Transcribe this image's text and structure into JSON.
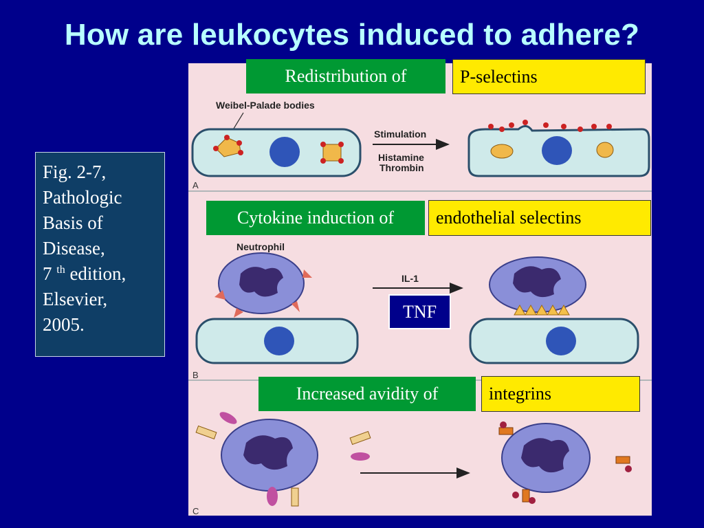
{
  "title": "How are leukocytes induced to adhere?",
  "citation": {
    "line1": "Fig. 2-7,",
    "line2": "Pathologic",
    "line3": "Basis of",
    "line4": "Disease,",
    "edition_num": "7",
    "edition_sup": "th",
    "edition_word": "edition,",
    "line6": "Elsevier,",
    "line7": "2005."
  },
  "labels": {
    "redistribution": "Redistribution of",
    "p_selectins": "P-selectins",
    "cytokine": "Cytokine induction of",
    "endothelial": "endothelial selectins",
    "tnf": "TNF",
    "avidity": "Increased avidity of",
    "integrins": "integrins"
  },
  "figure": {
    "weibel": "Weibel-Palade bodies",
    "stimulation": "Stimulation",
    "histamine": "Histamine",
    "thrombin": "Thrombin",
    "panel_a": "A",
    "neutrophil": "Neutrophil",
    "il1": "IL-1",
    "panel_b": "B",
    "panel_c": "C"
  },
  "colors": {
    "background": "#00008b",
    "title": "#b8ffff",
    "green_label": "#009933",
    "yellow_label": "#ffea00",
    "citation_box": "#0f3e66",
    "figure_bg": "#f6dde1"
  }
}
